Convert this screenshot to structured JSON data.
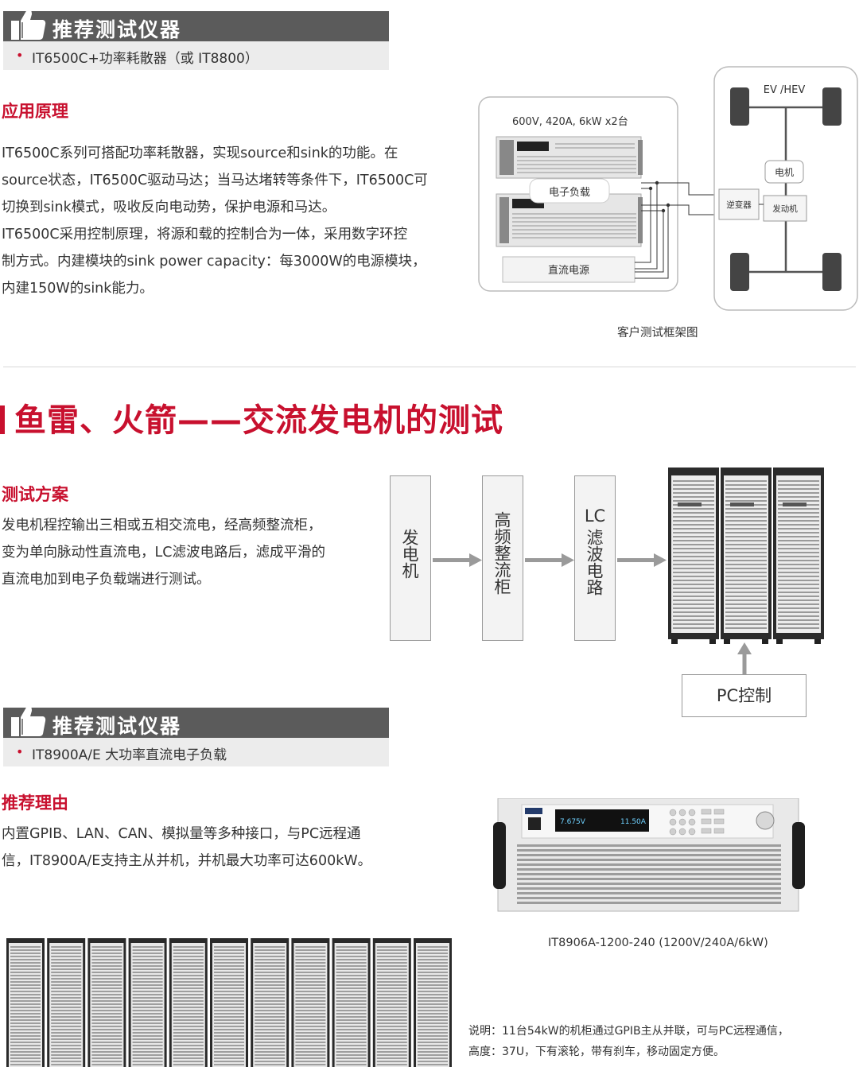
{
  "rec_top": {
    "title": "推荐测试仪器",
    "bullet": "•",
    "instrument": "IT6500C+功率耗散器（或 IT8800）"
  },
  "principle": {
    "title": "应用原理",
    "lines": [
      "IT6500C系列可搭配功率耗散器，实现source和sink的功能。在",
      "source状态，IT6500C驱动马达；当马达堵转等条件下，IT6500C可",
      "切换到sink模式，吸收反向电动势，保护电源和马达。",
      "IT6500C采用控制原理，将源和载的控制合为一体，采用数字环控",
      "制方式。内建模块的sink power capacity：每3000W的电源模块，",
      "内建150W的sink能力。"
    ]
  },
  "diagram1": {
    "spec": "600V, 420A, 6kW x2台",
    "load_label": "电子负载",
    "dc_label": "直流电源",
    "ev_label": "EV /HEV",
    "motor_label": "电机",
    "inverter_label": "逆变器",
    "engine_label": "发动机",
    "caption": "客户测试框架图"
  },
  "section2": {
    "title": "鱼雷、火箭——交流发电机的测试"
  },
  "plan": {
    "title": "测试方案",
    "lines": [
      "发电机程控输出三相或五相交流电，经高频整流柜，",
      "变为单向脉动性直流电，LC滤波电路后，滤成平滑的",
      "直流电加到电子负载端进行测试。"
    ]
  },
  "flow": {
    "generator": "发电机",
    "rectifier": "高频整流柜",
    "lc_top": "LC",
    "lc_filter": "滤波电路",
    "pc_control": "PC控制"
  },
  "rec_bottom": {
    "title": "推荐测试仪器",
    "bullet": "•",
    "instrument": "IT8900A/E 大功率直流电子负载"
  },
  "reason": {
    "title": "推荐理由",
    "lines": [
      "内置GPIB、LAN、CAN、模拟量等多种接口，与PC远程通",
      "信，IT8900A/E支持主从并机，并机最大功率可达600kW。"
    ]
  },
  "product": {
    "display_left": "7.675V",
    "display_right": "11.50A",
    "caption": "IT8906A-1200-240 (1200V/240A/6kW)"
  },
  "note": {
    "line1": "说明：11台54kW的机柜通过GPIB主从并联，可与PC远程通信，",
    "line2": "高度：37U，下有滚轮，带有刹车，移动固定方便。"
  },
  "colors": {
    "accent": "#c8102e",
    "header_bar": "#5b5b5b",
    "sub_bar": "#ececec"
  },
  "icons": [
    "thumbs-up-icon",
    "arrow-right-icon",
    "arrow-up-icon"
  ]
}
